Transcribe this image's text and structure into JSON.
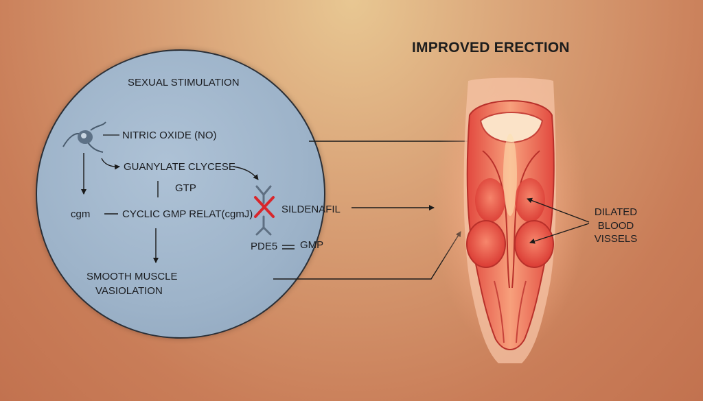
{
  "title": "IMPROVED ERECTION",
  "circle": {
    "heading": "SEXUAL STIMULATION",
    "nitric_oxide": "NITRIC OXIDE (NO)",
    "guanylate": "GUANYLATE CLYCESE",
    "gtp": "GTP",
    "cgm": "cgm",
    "cyclic": "CYCLIC GMP RELAT(cgmJ)",
    "sildenafil": "SILDENAFIL",
    "pde5": "PDE5",
    "gmp": "GMP",
    "smooth_1": "SMOOTH MUSCLE",
    "smooth_2": "VASIOLATION"
  },
  "vessels_label": [
    "DILATED",
    "BLOOD",
    "VISSELS"
  ],
  "colors": {
    "circle_fill": "#9db3c9",
    "inhibit_mark": "#d9262b",
    "organ": "#e8584f"
  }
}
